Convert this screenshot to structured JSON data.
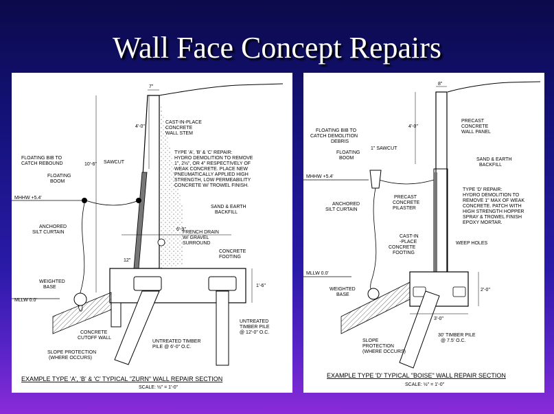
{
  "title": "Wall Face Concept Repairs",
  "left_panel": {
    "dims": {
      "top": "7\"",
      "stem": "4'-0\"",
      "height": "10'-6\"",
      "drain": "6'-9\"",
      "d12": "12\"",
      "footing": "1'-6\""
    },
    "labels": {
      "cast_in_place": [
        "CAST-IN-PLACE",
        "CONCRETE",
        "WALL STEM"
      ],
      "sawcut": "SAWCUT",
      "repair": [
        "TYPE 'A', 'B' & 'C' REPAIR:",
        "HYDRO DEMOLITION TO REMOVE",
        "1\", 2½\", OR 4\" RESPECTIVELY OF",
        "WEAK CONCRETE. PLACE NEW",
        "PNEUMATICALLY APPLIED HIGH",
        "STRENGTH, LOW PERMEABILITY",
        "CONCRETE W/ TROWEL FINISH."
      ],
      "floating_bib": [
        "FLOATING BIB TO",
        "CATCH REBOUND"
      ],
      "floating_boom": [
        "FLOATING",
        "BOOM"
      ],
      "mhhw": "MHHW +5.4'",
      "sand_earth": [
        "SAND & EARTH",
        "BACKFILL"
      ],
      "anchored": [
        "ANCHORED",
        "SILT CURTAIN"
      ],
      "french_drain": [
        "FRENCH DRAIN",
        "W/ GRAVEL",
        "SURROUND"
      ],
      "concrete_footing": [
        "CONCRETE",
        "FOOTING"
      ],
      "weighted_base": [
        "WEIGHTED",
        "BASE"
      ],
      "mllw": "MLLW 0.0'",
      "untreated_right": [
        "UNTREATED",
        "TIMBER PILE",
        "@ 12'-0\" O.C."
      ],
      "cutoff_wall": [
        "CONCRETE",
        "CUTOFF WALL"
      ],
      "untreated_mid": [
        "UNTREATED TIMBER",
        "PILE @ 6'-0\" O.C."
      ],
      "slope": [
        "SLOPE PROTECTION",
        "(WHERE OCCURS)"
      ]
    },
    "caption": "EXAMPLE TYPE 'A', 'B' & 'C' TYPICAL \"ZURN\" WALL REPAIR SECTION",
    "scale": "SCALE: ½\" = 1'-0\""
  },
  "right_panel": {
    "dims": {
      "top": "8\"",
      "stem": "4'-0\"",
      "footing": "2'-0\"",
      "width": "3'-0\""
    },
    "labels": {
      "floating_bib": [
        "FLOATING BIB TO",
        "CATCH DEMOLITION",
        "DEBRIS"
      ],
      "sawcut": "1\" SAWCUT",
      "precast_panel": [
        "PRECAST",
        "CONCRETE",
        "WALL PANEL"
      ],
      "floating_boom": [
        "FLOATING",
        "BOOM"
      ],
      "sand_earth": [
        "SAND & EARTH",
        "BACKFILL"
      ],
      "mhhw": "MHHW +5.4'",
      "repair": [
        "TYPE 'D' REPAIR:",
        "HYDRO DEMOLITION TO",
        "REMOVE 1\" MAX OF WEAK",
        "CONCRETE. PATCH WITH",
        "HIGH STRENGTH HOPPER",
        "SPRAY & TROWEL FINISH",
        "EPOXY MORTAR."
      ],
      "anchored": [
        "ANCHORED",
        "SILT CURTAIN"
      ],
      "pilaster": [
        "PRECAST",
        "CONCRETE",
        "PILASTER"
      ],
      "cast_footing": [
        "CAST-IN",
        "-PLACE",
        "CONCRETE",
        "FOOTING"
      ],
      "weep": "WEEP HOLES",
      "mllw": "MLLW 0.0'",
      "weighted_base": [
        "WEIGHTED",
        "BASE"
      ],
      "timber_pile": [
        "30' TIMBER PILE",
        "@ 7.5' O.C."
      ],
      "slope": [
        "SLOPE",
        "PROTECTION",
        "(WHERE OCCURS)"
      ]
    },
    "caption": "EXAMPLE TYPE 'D' TYPICAL \"BOISE\" WALL REPAIR SECTION",
    "scale": "SCALE: ½\" = 1'-0\""
  }
}
